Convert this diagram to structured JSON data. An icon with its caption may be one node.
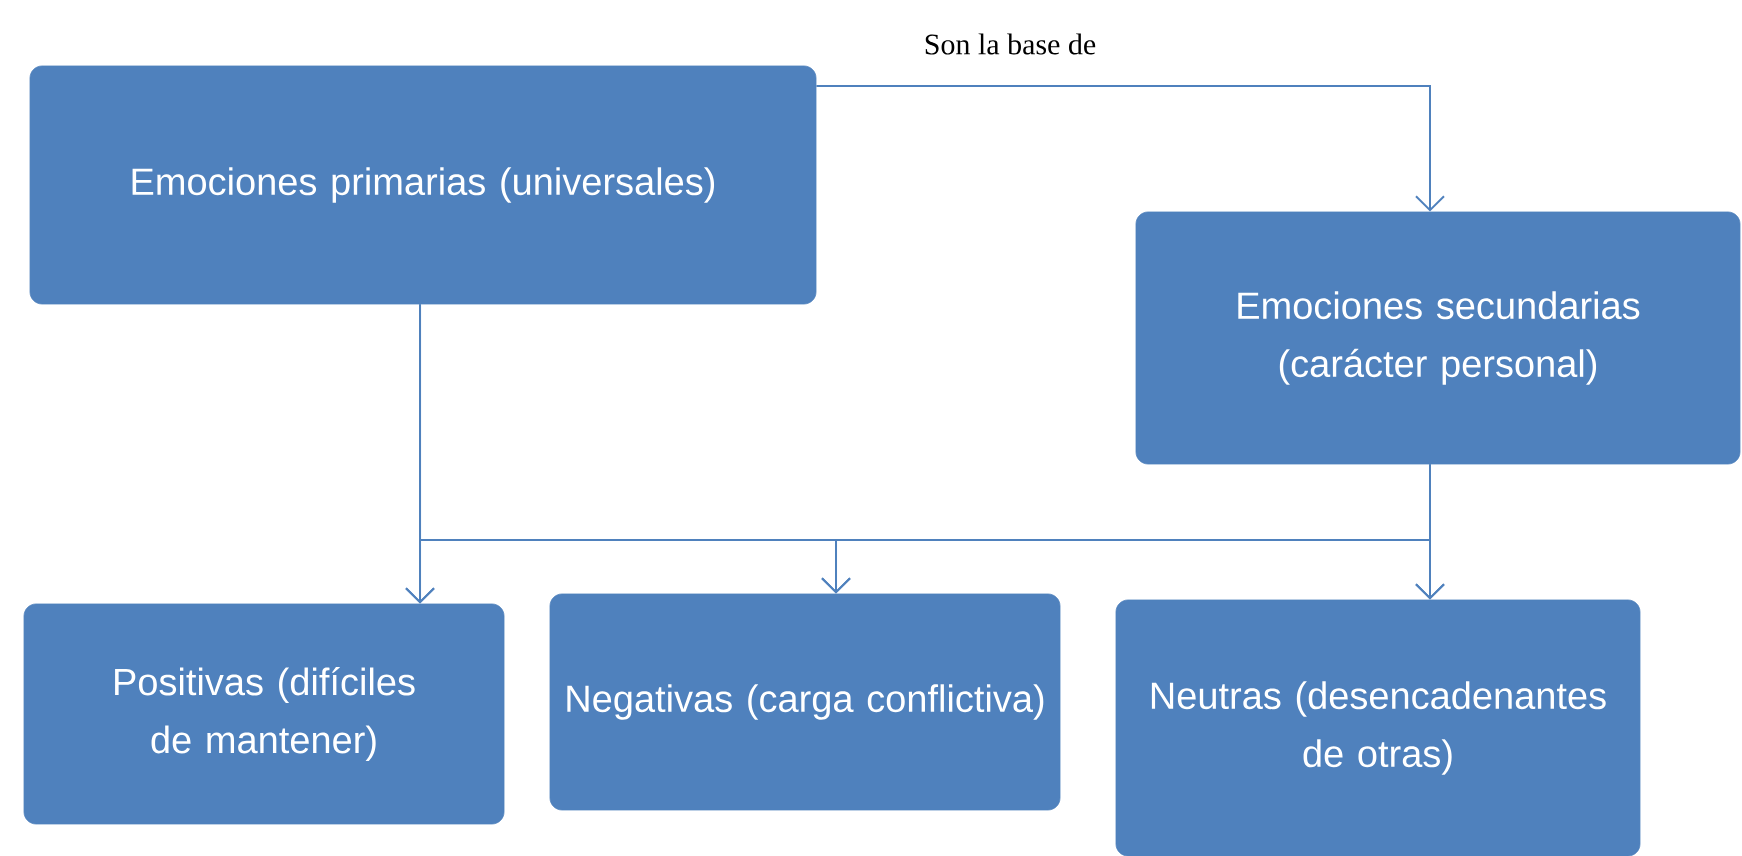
{
  "diagram": {
    "nodes": [
      {
        "text": [
          "Emociones primarias (universales)"
        ]
      },
      {
        "text": [
          "Emociones secundarias (carácter personal)"
        ]
      },
      {
        "text": [
          "Positivas (difíciles de mantener)"
        ]
      },
      {
        "text": [
          "Negativas (carga conflictiva)"
        ]
      },
      {
        "text": [
          "Neutras (desencadenantes de otras)"
        ]
      }
    ],
    "edges": [
      {
        "from": 0,
        "to": 1,
        "arrow": "to",
        "label": "Son la base de"
      },
      {
        "from": 0,
        "to": 2,
        "arrow": "to"
      },
      {
        "from": 0,
        "to": 3,
        "arrow": "to"
      },
      {
        "from": 0,
        "to": 4,
        "arrow": "to"
      },
      {
        "from": 1,
        "to": 2,
        "arrow": "to"
      },
      {
        "from": 1,
        "to": 3,
        "arrow": "to"
      },
      {
        "from": 1,
        "to": 4,
        "arrow": "to"
      }
    ]
  }
}
